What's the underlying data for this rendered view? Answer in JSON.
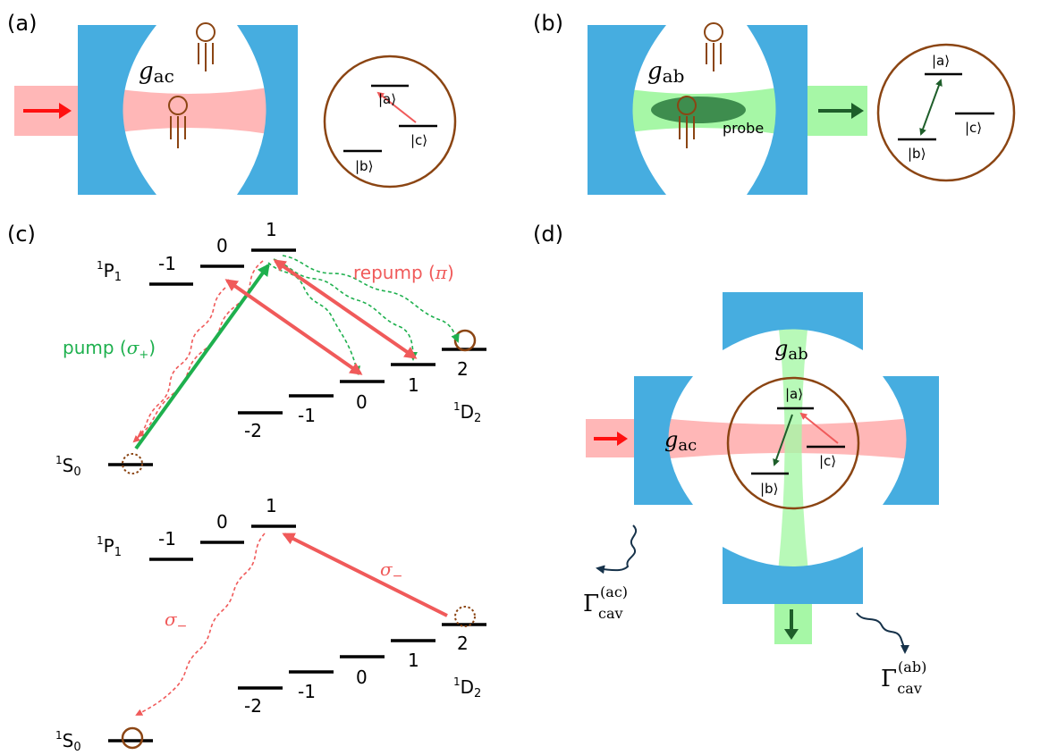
{
  "panels": {
    "a": "(a)",
    "b": "(b)",
    "c": "(c)",
    "d": "(d)"
  },
  "states": {
    "a": "|a⟩",
    "b": "|b⟩",
    "c": "|c⟩"
  },
  "couplings": {
    "g_ac": {
      "base": "g",
      "sub": "ac"
    },
    "g_ab": {
      "base": "g",
      "sub": "ab"
    }
  },
  "probe_label": "probe",
  "levels": {
    "P1": {
      "base": "P",
      "sup": "1",
      "sub": "1"
    },
    "S0": {
      "base": "S",
      "sup": "1",
      "sub": "0"
    },
    "D2": {
      "base": "D",
      "sup": "1",
      "sub": "2"
    },
    "p_m": [
      "-1",
      "0",
      "1"
    ],
    "d_m": [
      "-2",
      "-1",
      "0",
      "1",
      "2"
    ]
  },
  "transitions": {
    "pump": {
      "text": "pump (",
      "sym": "σ",
      "sub": "+",
      "close": ")"
    },
    "repump": {
      "text": "repump (",
      "sym": "π",
      "close": ")"
    },
    "sigma_minus": {
      "sym": "σ",
      "sub": "−"
    }
  },
  "decays": {
    "ac": {
      "base": "Γ",
      "sub": "cav",
      "sup": "(ac)"
    },
    "ab": {
      "base": "Γ",
      "sub": "cav",
      "sup": "(ab)"
    }
  },
  "colors": {
    "mirror": "#46ADE0",
    "red_beam": "#FFB7B7",
    "green_beam": "#A6F7A6",
    "dark_green_cloud": "#3E8D4E",
    "atom": "#8B4513",
    "red_arrow": "#F05A5A",
    "bright_red": "#FF1010",
    "green_arrow": "#1EB04E",
    "dark_green": "#1E5E2A",
    "decay_dark": "#16324A"
  }
}
